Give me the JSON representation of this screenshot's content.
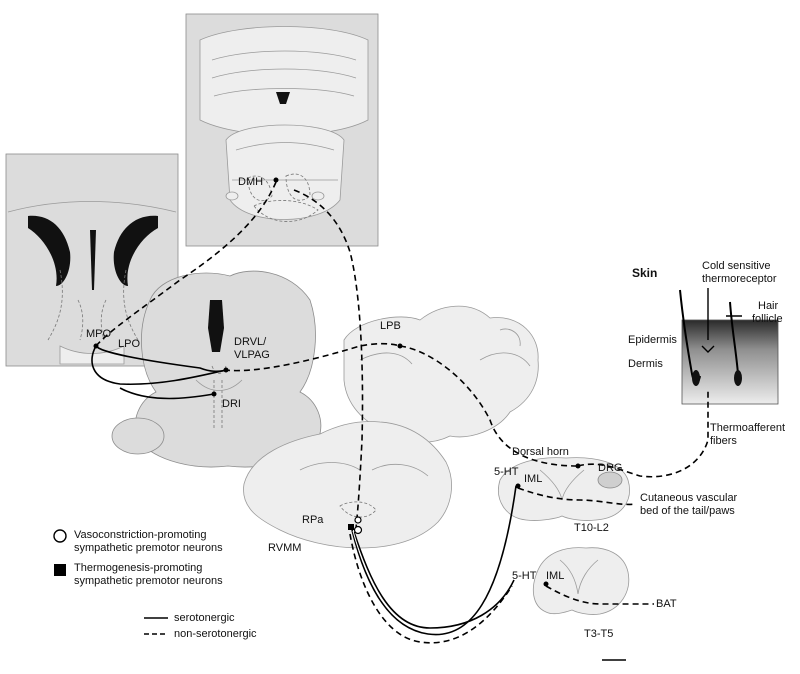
{
  "labels": {
    "dmh": "DMH",
    "mpo": "MPO",
    "lpo": "LPO",
    "drvl_line1": "DRVL/",
    "drvl_line2": "VLPAG",
    "dri": "DRI",
    "lpb": "LPB",
    "rpa": "RPa",
    "rvmm": "RVMM",
    "dorsal_horn": "Dorsal horn",
    "drg": "DRG",
    "ht5_upper": "5-HT",
    "iml_upper": "IML",
    "t10_l2": "T10-L2",
    "ht5_lower": "5-HT",
    "iml_lower": "IML",
    "t3_t5": "T3-T5",
    "bat": "BAT",
    "cutaneous_line1": "Cutaneous vascular",
    "cutaneous_line2": "bed of the tail/paws",
    "thermoafferent_line1": "Thermoafferent",
    "thermoafferent_line2": "fibers"
  },
  "skin": {
    "title": "Skin",
    "receptor_line1": "Cold sensitive",
    "receptor_line2": "thermoreceptor",
    "hair_line1": "Hair",
    "hair_line2": "follicle",
    "epidermis": "Epidermis",
    "dermis": "Dermis"
  },
  "legend": {
    "vaso_line1": "Vasoconstriction-promoting",
    "vaso_line2": "sympathetic premotor neurons",
    "thermo_line1": "Thermogenesis-promoting",
    "thermo_line2": "sympathetic premotor neurons",
    "serotonergic": "serotonergic",
    "non_serotonergic": "non-serotonergic"
  }
}
